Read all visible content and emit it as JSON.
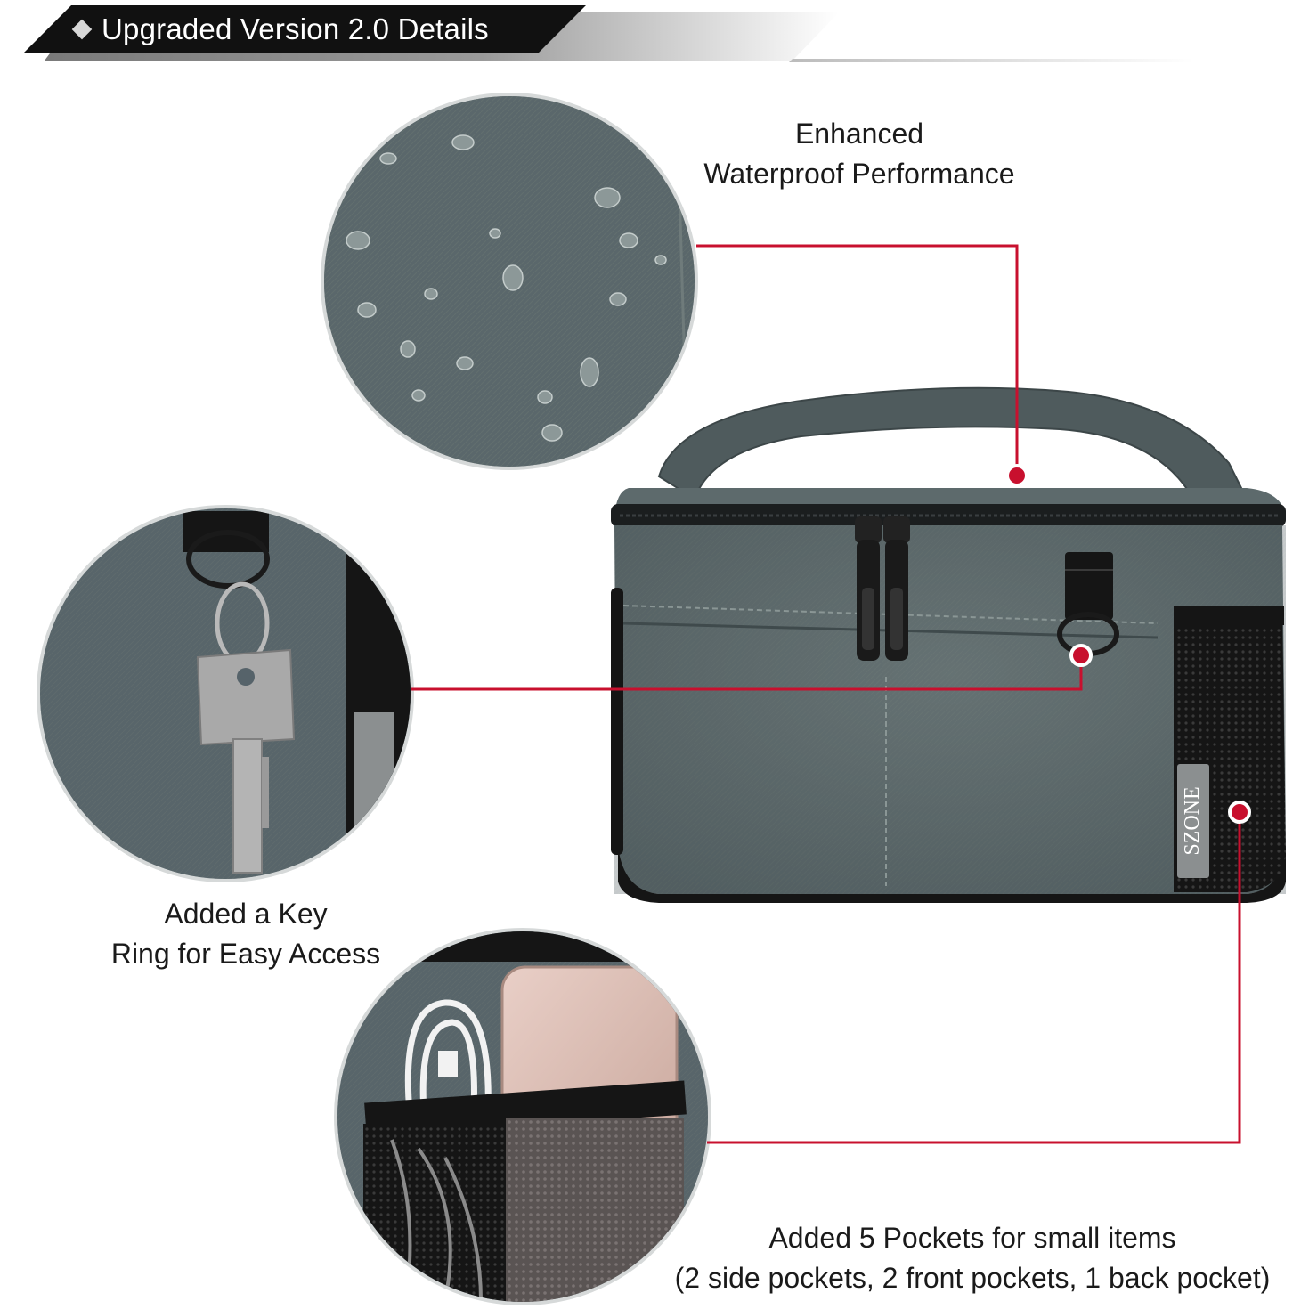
{
  "banner": {
    "title": "Upgraded Version 2.0 Details",
    "icon": "diamond-icon",
    "background_color": "#111111",
    "stripe_color": "#8a8a8a"
  },
  "brand": {
    "tag_text": "SZONE"
  },
  "callouts": [
    {
      "id": "waterproof",
      "lines": [
        "Enhanced",
        "Waterproof Performance"
      ]
    },
    {
      "id": "keyring",
      "lines": [
        "Added a Key",
        "Ring for Easy Access"
      ]
    },
    {
      "id": "pockets",
      "lines": [
        "Added 5 Pockets for small items",
        "(2 side pockets, 2 front pockets, 1 back pocket)"
      ]
    }
  ],
  "colors": {
    "accent_line": "#c8102e",
    "bag_fabric": "#59666a",
    "bag_dark": "#2f3739",
    "trim_black": "#151515"
  }
}
